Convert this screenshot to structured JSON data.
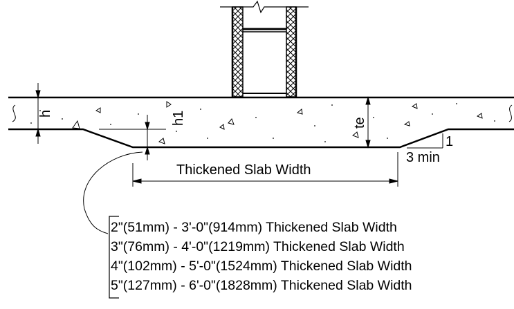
{
  "labels": {
    "h": "h",
    "h1": "h1",
    "te": "te",
    "slope_rise": "1",
    "slope_run": "3 min",
    "width": "Thickened Slab Width"
  },
  "table_rows": [
    "2\"(51mm) - 3'-0\"(914mm) Thickened Slab Width",
    "3\"(76mm) - 4'-0\"(1219mm) Thickened Slab Width",
    "4\"(102mm) - 5'-0\"(1524mm) Thickened Slab Width",
    "5\"(127mm) - 6'-0\"(1828mm) Thickened Slab Width"
  ]
}
